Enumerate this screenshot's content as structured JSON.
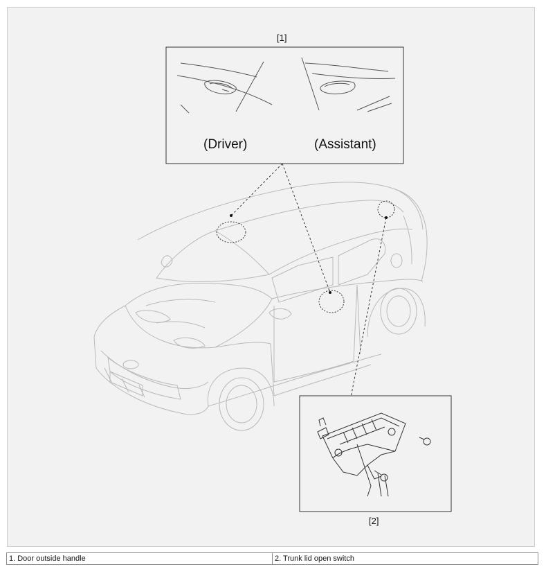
{
  "diagram": {
    "callouts": {
      "top": "[1]",
      "bottom": "[2]"
    },
    "inset_top": {
      "left_caption": "(Driver)",
      "right_caption": "(Assistant)"
    }
  },
  "legend": {
    "items": [
      "1. Door outside handle",
      "2. Trunk lid open switch"
    ]
  }
}
